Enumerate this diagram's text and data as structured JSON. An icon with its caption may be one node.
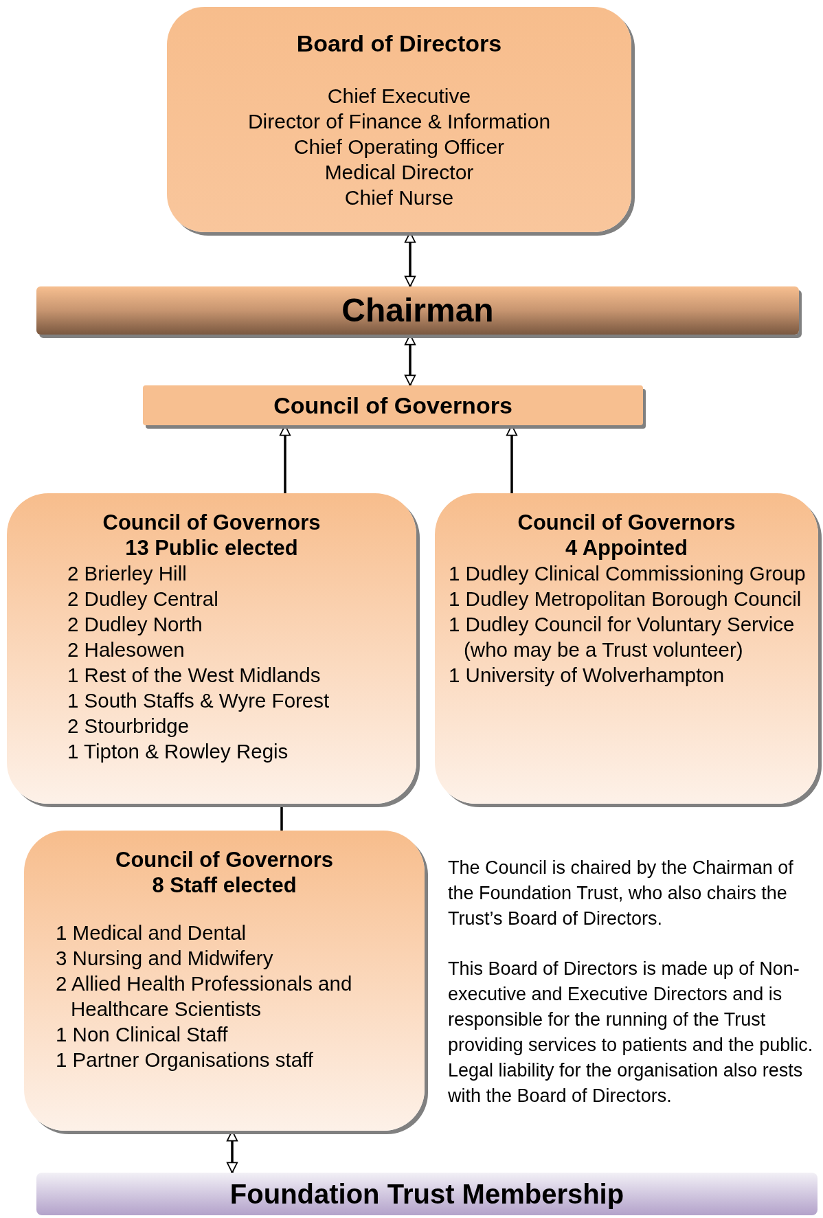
{
  "diagram": {
    "nodes": [
      {
        "text": [
          "Board of Directors",
          "Chief Executive",
          "Director of Finance & Information",
          "Chief Operating Officer",
          "Medical Director",
          "Chief Nurse"
        ]
      },
      {
        "text": [
          "Chairman"
        ]
      },
      {
        "text": [
          "Council of Governors"
        ]
      },
      {
        "text": [
          "Council of Governors 13 Public elected",
          "2 Brierley Hill",
          "2 Dudley Central",
          "2 Dudley North",
          "2 Halesowen",
          "1 Rest of the West Midlands",
          "1 South Staffs & Wyre Forest",
          "2 Stourbridge",
          "1 Tipton & Rowley Regis"
        ]
      },
      {
        "text": [
          "Council of Governors 4 Appointed",
          "1 Dudley Clinical Commissioning Group",
          "1 Dudley Metropolitan Borough Council",
          "1 Dudley Council for Voluntary Service (who may be a Trust volunteer)",
          "1 University of Wolverhampton"
        ]
      },
      {
        "text": [
          "Council of Governors 8 Staff elected",
          "1 Medical and Dental",
          "3 Nursing and Midwifery",
          "2 Allied Health Professionals and Healthcare Scientists",
          "1 Non Clinical Staff",
          "1 Partner Organisations staff"
        ]
      },
      {
        "text": [
          "Foundation Trust Membership"
        ]
      }
    ],
    "edges": [
      {
        "from": 0,
        "to": 1,
        "arrow": "both"
      },
      {
        "from": 1,
        "to": 2,
        "arrow": "both"
      },
      {
        "from": 3,
        "to": 2,
        "arrow": "to"
      },
      {
        "from": 4,
        "to": 2,
        "arrow": "to"
      },
      {
        "from": 3,
        "to": 5,
        "arrow": "none"
      },
      {
        "from": 5,
        "to": 6,
        "arrow": "both"
      }
    ],
    "labels": [
      "The Council is chaired by the Chairman of the Foundation Trust, who also chairs the Trust’s Board of Directors.",
      "This Board of Directors is made up of Non-executive and Executive Directors and is responsible for the running of the Trust providing services to patients and the public.  Legal liability for the organisation also rests with the Board of Directors."
    ]
  }
}
